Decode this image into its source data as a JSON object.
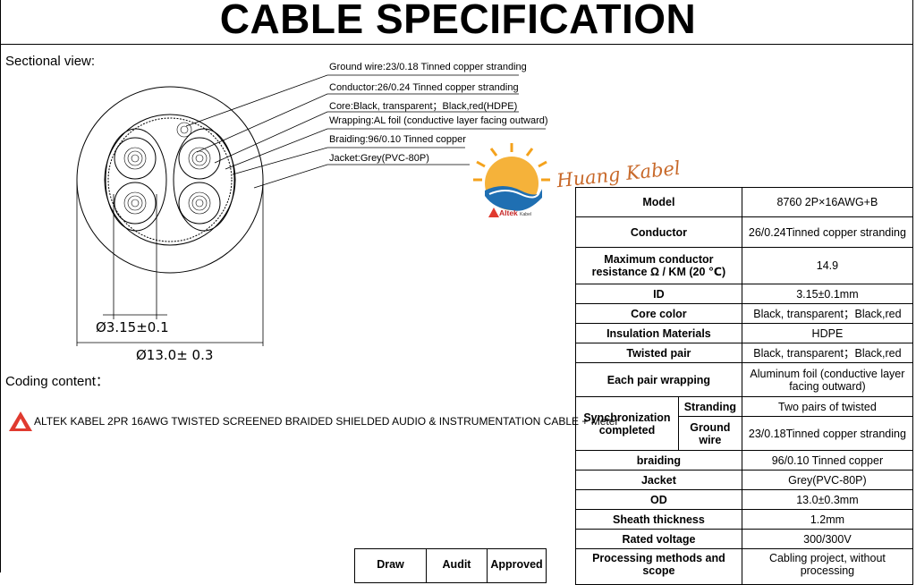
{
  "title": "CABLE SPECIFICATION",
  "sectional_view_label": "Sectional view:",
  "callouts": [
    "Ground wire:23/0.18 Tinned copper stranding",
    "Conductor:26/0.24 Tinned copper stranding",
    "Core:Black, transparent；Black,red(HDPE)",
    "Wrapping:AL foil (conductive layer facing outward)",
    "Braiding:96/0.10 Tinned copper",
    "Jacket:Grey(PVC-80P)"
  ],
  "dimensions": {
    "inner": "Ø3.15±0.1",
    "outer": "Ø13.0± 0.3"
  },
  "coding_label": "Coding content：",
  "coding_text": "ALTEK KABEL 2PR 16AWG TWISTED SCREENED BRAIDED SHIELDED AUDIO & INSTRUMENTATION CABLE + Meter",
  "brand": {
    "name": "Huang Kabel",
    "sub": "Altek",
    "sub_small": "Kabel",
    "colors": {
      "sun": "#f4a21c",
      "sea": "#1f6fb2",
      "text": "#c8692a",
      "logo_red": "#e03a2f"
    }
  },
  "spec": {
    "model": {
      "label": "Model",
      "value": "8760 2P×16AWG+B"
    },
    "conductor": {
      "label": "Conductor",
      "value": "26/0.24Tinned copper stranding"
    },
    "resistance": {
      "label": "Maximum conductor resistance Ω / KM (20 ℃)",
      "value": "14.9"
    },
    "id": {
      "label": "ID",
      "value": "3.15±0.1mm"
    },
    "core_color": {
      "label": "Core color",
      "value": "Black, transparent；Black,red"
    },
    "insulation": {
      "label": "Insulation Materials",
      "value": "HDPE"
    },
    "twisted_pair": {
      "label": "Twisted pair",
      "value": "Black, transparent；Black,red"
    },
    "pair_wrapping": {
      "label": "Each pair wrapping",
      "value": "Aluminum foil (conductive layer facing outward)"
    },
    "sync": {
      "label": "Synchronization completed",
      "stranding_label": "Stranding",
      "stranding_value": "Two pairs of twisted",
      "ground_label": "Ground wire",
      "ground_value": "23/0.18Tinned copper stranding"
    },
    "braiding": {
      "label": "braiding",
      "value": "96/0.10 Tinned copper"
    },
    "jacket": {
      "label": "Jacket",
      "value": "Grey(PVC-80P)"
    },
    "od": {
      "label": "OD",
      "value": "13.0±0.3mm"
    },
    "sheath": {
      "label": "Sheath thickness",
      "value": "1.2mm"
    },
    "voltage": {
      "label": "Rated voltage",
      "value": "300/300V"
    },
    "processing": {
      "label": "Processing methods and scope",
      "value": "Cabling project, without processing"
    }
  },
  "signoff": {
    "draw": "Draw",
    "audit": "Audit",
    "approved": "Approved"
  }
}
